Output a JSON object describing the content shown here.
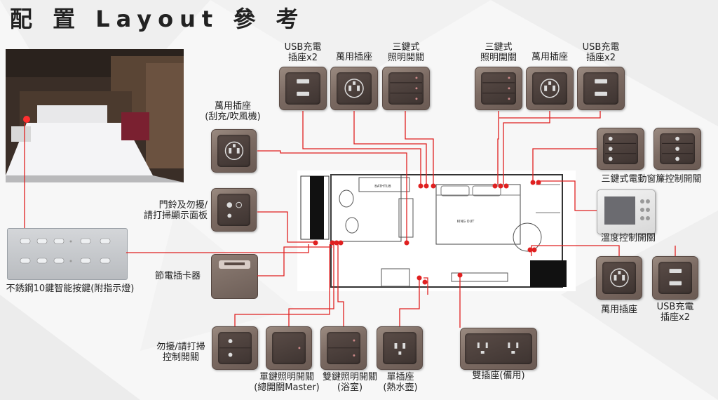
{
  "title": "配 置 Layout 參 考",
  "labels": {
    "usb_top_left": [
      "USB充電",
      "插座x2"
    ],
    "universal_top": "萬用插座",
    "triple_top_left": [
      "三鍵式",
      "照明開關"
    ],
    "triple_top_right": [
      "三鍵式",
      "照明開關"
    ],
    "universal_top_right": "萬用插座",
    "usb_top_right": [
      "USB充電",
      "插座x2"
    ],
    "universal_shaver": [
      "萬用插座",
      "(刮充/吹風機)"
    ],
    "doorbell": [
      "門鈴及勿擾/",
      "請打掃顯示面板"
    ],
    "card_saver": "節電插卡器",
    "keypad": "不銹鋼10鍵智能按鍵(附指示燈)",
    "dnd_switch": [
      "勿擾/請打掃",
      "控制開關"
    ],
    "single_master": [
      "單鍵照明開關",
      "(總開關Master)"
    ],
    "double_bath": [
      "雙鍵照明開關",
      "(浴室)"
    ],
    "single_kettle": [
      "單插座",
      "(熱水壺)"
    ],
    "duplex_spare": "雙插座(備用)",
    "curtain": "三鍵式電動窗簾控制開關",
    "thermostat": "溫度控制開關",
    "universal_right": "萬用插座",
    "usb_right": [
      "USB充電",
      "插座x2"
    ]
  },
  "plan_text": {
    "bathtub": "BATHTUB",
    "bed": "KING OUT"
  },
  "colors": {
    "wire": "#e02020",
    "accent": "#e02020",
    "plate": "#7c6b63"
  }
}
